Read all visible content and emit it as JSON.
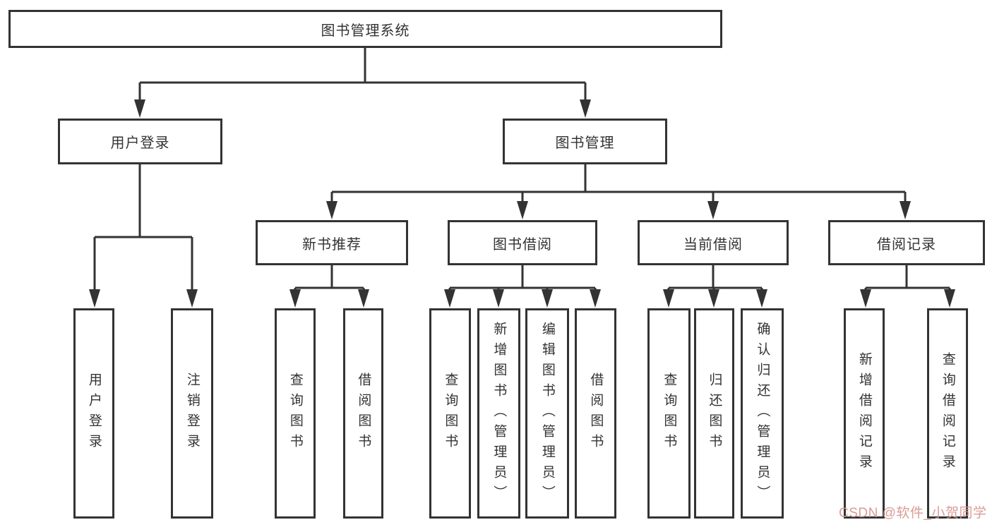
{
  "diagram": {
    "title": "图书管理系统",
    "level2": [
      "用户登录",
      "图书管理"
    ],
    "level3": [
      "新书推荐",
      "图书借阅",
      "当前借阅",
      "借阅记录"
    ],
    "leaves": {
      "user_login": [
        "用户登录",
        "注销登录"
      ],
      "new_book": [
        "查询图书",
        "借阅图书"
      ],
      "book_borrow": [
        "查询图书",
        "新增图书（管理员）",
        "编辑图书（管理员）",
        "借阅图书"
      ],
      "current_borrow": [
        "查询图书",
        "归还图书",
        "确认归还（管理员）"
      ],
      "borrow_record": [
        "新增借阅记录",
        "查询借阅记录"
      ]
    },
    "watermark": "CSDN @软件_小贺同学",
    "colors": {
      "line": "#333333",
      "box_border": "#333333",
      "text": "#333333",
      "background": "#ffffff",
      "watermark": "#d89690"
    }
  }
}
